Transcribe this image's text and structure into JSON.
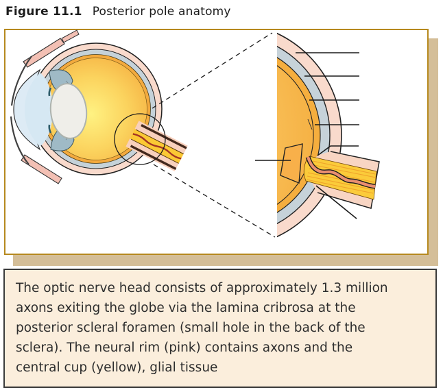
{
  "title": {
    "figure_label": "Figure 11.1",
    "figure_title": "Posterior pole anatomy"
  },
  "caption": {
    "lines": [
      "The optic nerve head consists of approximately 1.3 million",
      "axons exiting the globe via the lamina cribrosa at the",
      "posterior scleral foramen (small hole in the back of the",
      "sclera). The neural rim (pink) contains axons and the",
      "central cup (yellow), glial tissue"
    ]
  },
  "figure": {
    "panel_border_color": "#B6891E",
    "panel_shadow_color": "#D4BE98",
    "caption_background": "#FBEEDC",
    "caption_border_color": "#3A3A3A",
    "label_line_count": 7,
    "anatomy_colors": {
      "outer_tissue_pink": "#F9DACC",
      "sclera_gray_blue": "#C5D2D9",
      "choroid_orange": "#F3AA3E",
      "vitreous_center_yellow": "#FFF282",
      "vitreous_edge_orange": "#F4A93C",
      "nerve_sheath_pink": "#F8D5C3",
      "nerve_axons_yellow": "#FBCB3A",
      "central_vessel_salmon": "#E98E70",
      "cornea_blue": "#DDEBF5",
      "lens_white": "#EFEEE9",
      "disc_trapezoid_orange": "#F8B04A"
    }
  }
}
